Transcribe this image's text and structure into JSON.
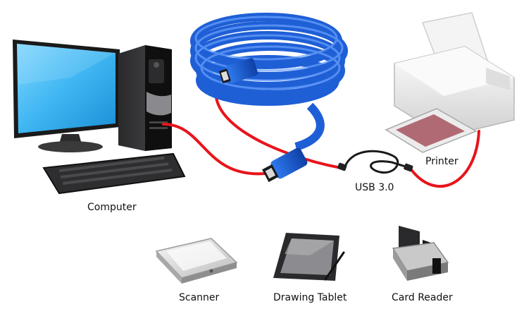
{
  "labels": {
    "computer": "Computer",
    "printer": "Printer",
    "cable": "USB 3.0",
    "scanner": "Scanner",
    "tablet": "Drawing Tablet",
    "card_reader": "Card Reader"
  },
  "colors": {
    "cable_blue": "#1f5fd6",
    "link_red": "#e8141b",
    "screen_blue": "#3fb6f2",
    "tower_dark": "#1d1d1f",
    "printer_paper": "#b06a74"
  }
}
